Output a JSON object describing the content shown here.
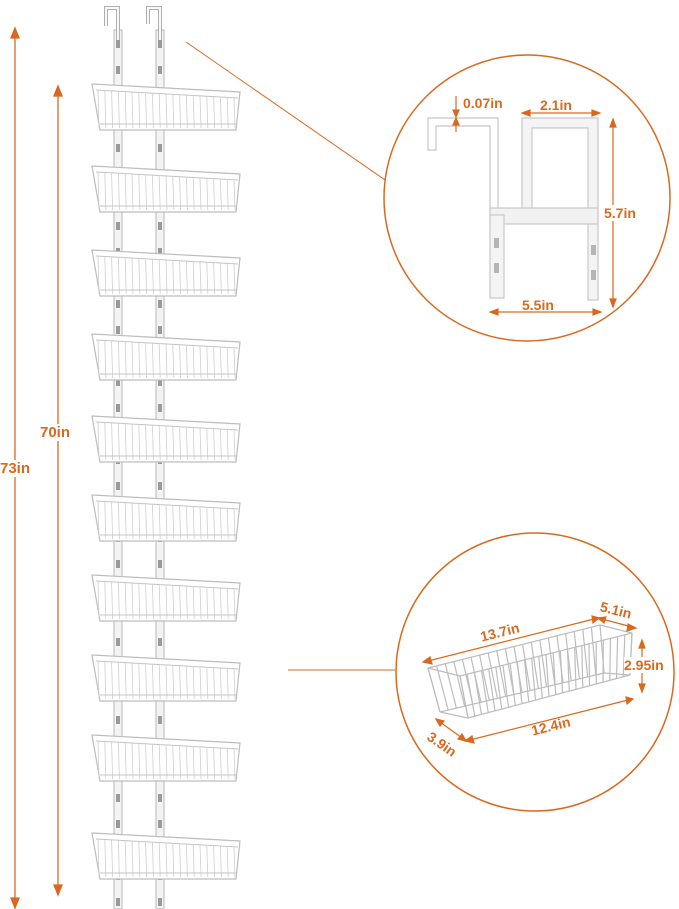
{
  "accent_color": "#d9691f",
  "product": {
    "basket_count": 10
  },
  "dimensions": {
    "overall_height_outer": "73in",
    "overall_height_inner": "70in"
  },
  "hook_detail": {
    "thickness": "0.07in",
    "depth": "2.1in",
    "height": "5.7in",
    "width": "5.5in"
  },
  "basket_detail": {
    "top_length": "13.7in",
    "top_width": "5.1in",
    "height": "2.95in",
    "bottom_length": "12.4in",
    "bottom_width": "3.9in"
  }
}
